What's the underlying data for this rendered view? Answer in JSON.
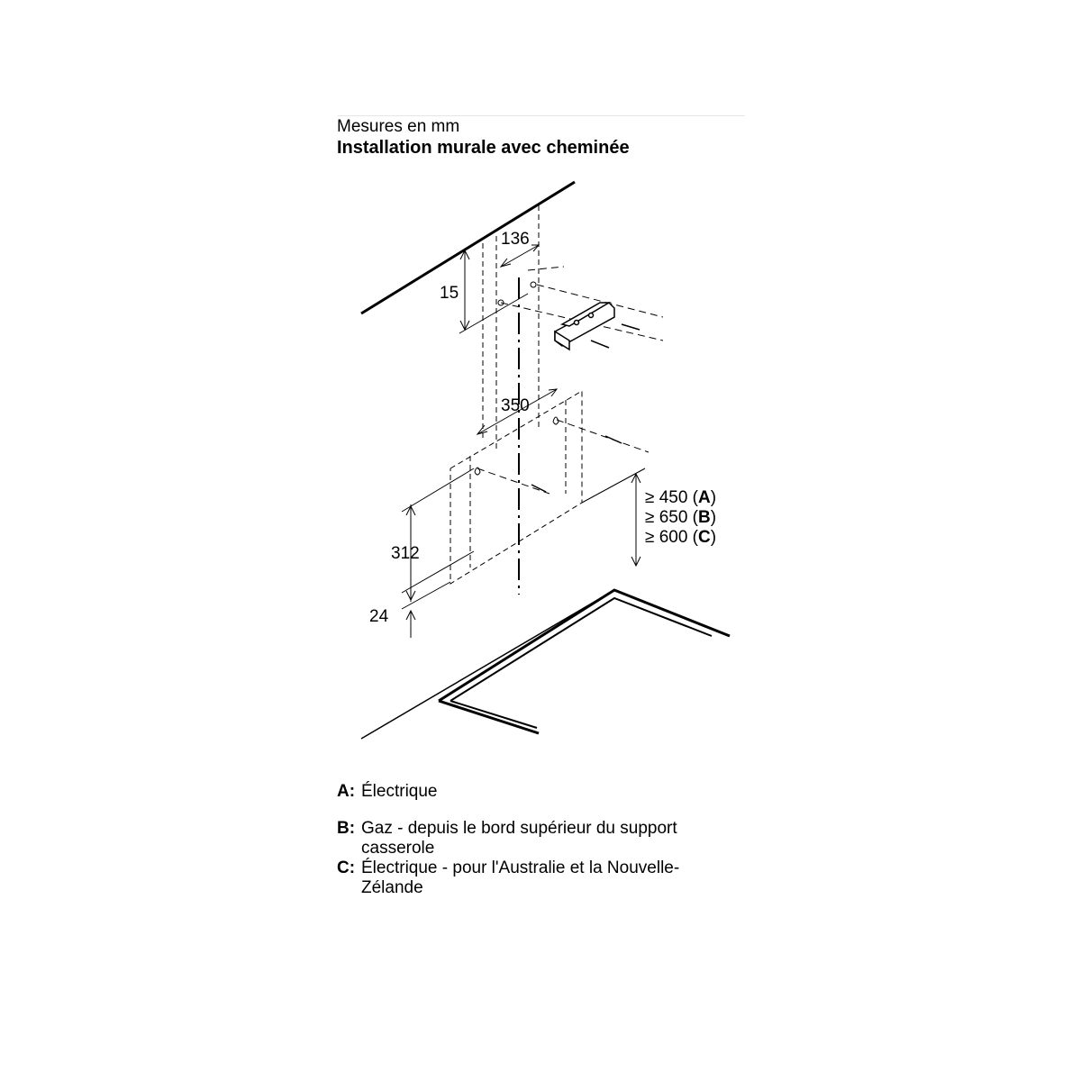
{
  "header": {
    "subtitle": "Mesures en mm",
    "title": "Installation murale avec cheminée"
  },
  "dimensions": {
    "d136": "136",
    "d15": "15",
    "d350": "350",
    "d312": "312",
    "d24": "24",
    "clearances": [
      {
        "prefix": "≥ 450 (",
        "key": "A",
        "suffix": ")"
      },
      {
        "prefix": "≥ 650 (",
        "key": "B",
        "suffix": ")"
      },
      {
        "prefix": "≥ 600 (",
        "key": "C",
        "suffix": ")"
      }
    ]
  },
  "legend": [
    {
      "key": "A:",
      "text": "Électrique"
    },
    {
      "key": "B:",
      "text": "Gaz - depuis le bord supérieur du support casserole"
    },
    {
      "key": "C:",
      "text": "Électrique - pour l'Australie et la Nouvelle-Zélande"
    }
  ]
}
